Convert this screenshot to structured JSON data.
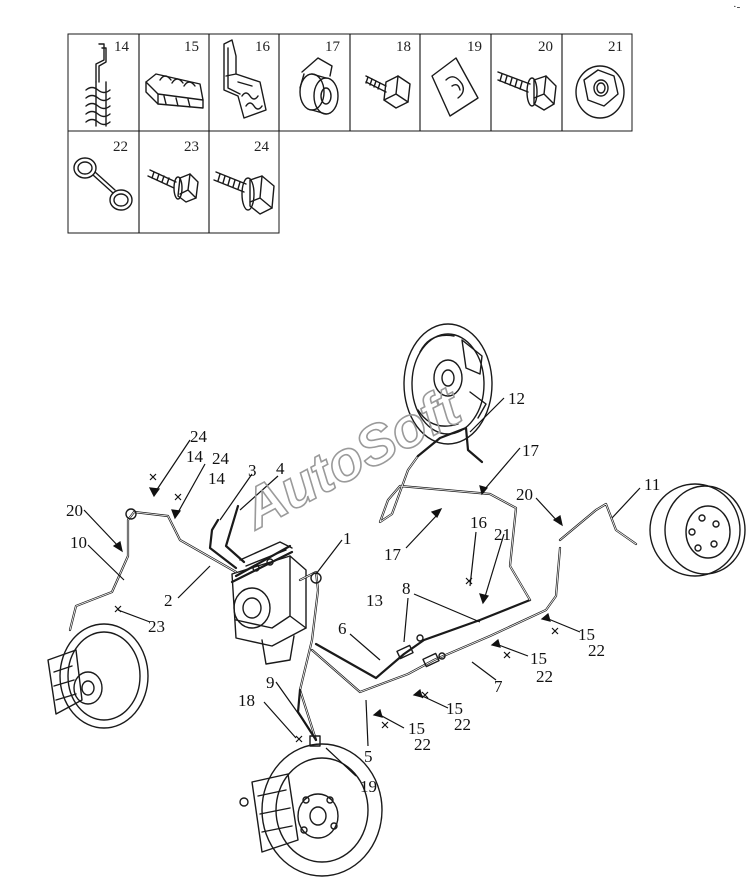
{
  "corner_mark": "·-",
  "legend": [
    {
      "num": "14",
      "icon": "clip-spring-icon"
    },
    {
      "num": "15",
      "icon": "tube-clip-icon"
    },
    {
      "num": "16",
      "icon": "bracket-clip-icon"
    },
    {
      "num": "17",
      "icon": "hose-clamp-icon"
    },
    {
      "num": "18",
      "icon": "hollow-bolt-icon"
    },
    {
      "num": "19",
      "icon": "retainer-clip-icon"
    },
    {
      "num": "20",
      "icon": "flange-bolt-icon"
    },
    {
      "num": "21",
      "icon": "flange-nut-icon"
    },
    {
      "num": "22",
      "icon": "washer-pair-icon"
    },
    {
      "num": "23",
      "icon": "flange-bolt-small-icon"
    },
    {
      "num": "24",
      "icon": "flange-bolt-large-icon"
    }
  ],
  "callouts": [
    {
      "id": "c1",
      "text": "1"
    },
    {
      "id": "c2",
      "text": "2"
    },
    {
      "id": "c3",
      "text": "3"
    },
    {
      "id": "c4",
      "text": "4"
    },
    {
      "id": "c5",
      "text": "5"
    },
    {
      "id": "c6",
      "text": "6"
    },
    {
      "id": "c7",
      "text": "7"
    },
    {
      "id": "c8",
      "text": "8"
    },
    {
      "id": "c9",
      "text": "9"
    },
    {
      "id": "c10",
      "text": "10"
    },
    {
      "id": "c11",
      "text": "11"
    },
    {
      "id": "c12",
      "text": "12"
    },
    {
      "id": "c13",
      "text": "13"
    },
    {
      "id": "c14a",
      "text": "14"
    },
    {
      "id": "c14b",
      "text": "14"
    },
    {
      "id": "c15a",
      "text": "15"
    },
    {
      "id": "c15b",
      "text": "15"
    },
    {
      "id": "c15c",
      "text": "15"
    },
    {
      "id": "c15d",
      "text": "15"
    },
    {
      "id": "c16",
      "text": "16"
    },
    {
      "id": "c17a",
      "text": "17"
    },
    {
      "id": "c17b",
      "text": "17"
    },
    {
      "id": "c18",
      "text": "18"
    },
    {
      "id": "c19",
      "text": "19"
    },
    {
      "id": "c20a",
      "text": "20"
    },
    {
      "id": "c20b",
      "text": "20"
    },
    {
      "id": "c21",
      "text": "21"
    },
    {
      "id": "c22a",
      "text": "22"
    },
    {
      "id": "c22b",
      "text": "22"
    },
    {
      "id": "c22c",
      "text": "22"
    },
    {
      "id": "c22d",
      "text": "22"
    },
    {
      "id": "c23",
      "text": "23"
    },
    {
      "id": "c24a",
      "text": "24"
    },
    {
      "id": "c24b",
      "text": "24"
    }
  ],
  "watermark": "AutoSoft"
}
